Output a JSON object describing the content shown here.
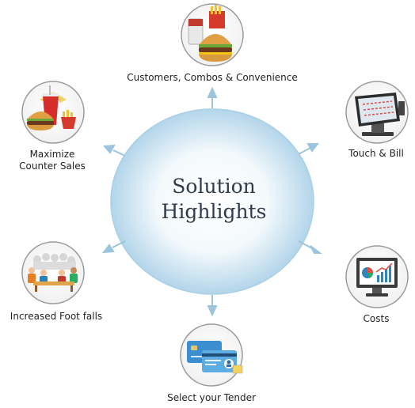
{
  "hub": {
    "title_line1": "Solution",
    "title_line2": "Highlights"
  },
  "nodes": {
    "top": {
      "label": "Customers, Combos & Convenience",
      "icon": "burger-combo-icon"
    },
    "top_right": {
      "label": "Touch & Bill",
      "icon": "pos-terminal-icon"
    },
    "bottom_right": {
      "label": "Costs",
      "icon": "analytics-monitor-icon"
    },
    "bottom": {
      "label": "Select your Tender",
      "icon": "payment-cards-icon"
    },
    "bottom_left": {
      "label": "Increased Foot falls",
      "icon": "crowd-diners-icon"
    },
    "top_left": {
      "label_line1": "Maximize",
      "label_line2": "Counter Sales",
      "icon": "fast-food-meal-icon"
    }
  },
  "colors": {
    "arrow": "#9cc4dc",
    "hub_edge": "#a9cfe6",
    "hub_center": "#ffffff",
    "ring": "#9a9a9a"
  }
}
